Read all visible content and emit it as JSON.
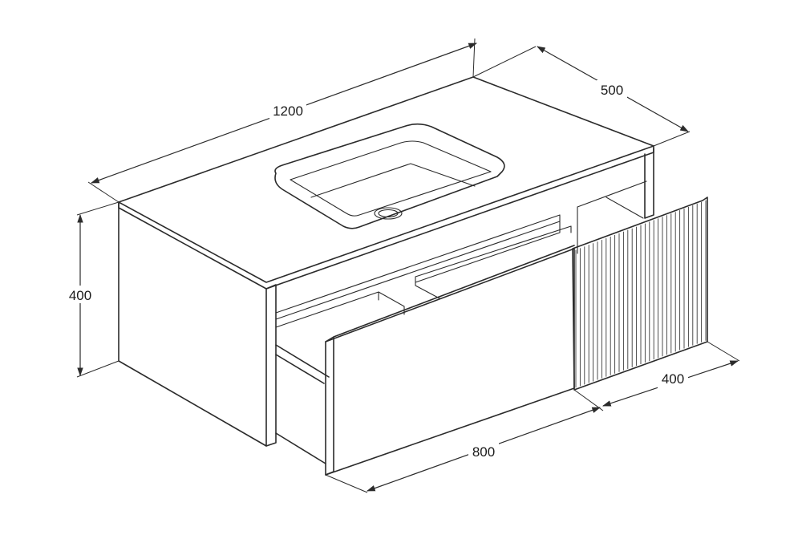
{
  "dimensions": {
    "width": "1200",
    "depth": "500",
    "height": "400",
    "drawer_width": "800",
    "fluted_width": "400"
  },
  "colors": {
    "line": "#2b2b2b",
    "background": "#ffffff"
  }
}
